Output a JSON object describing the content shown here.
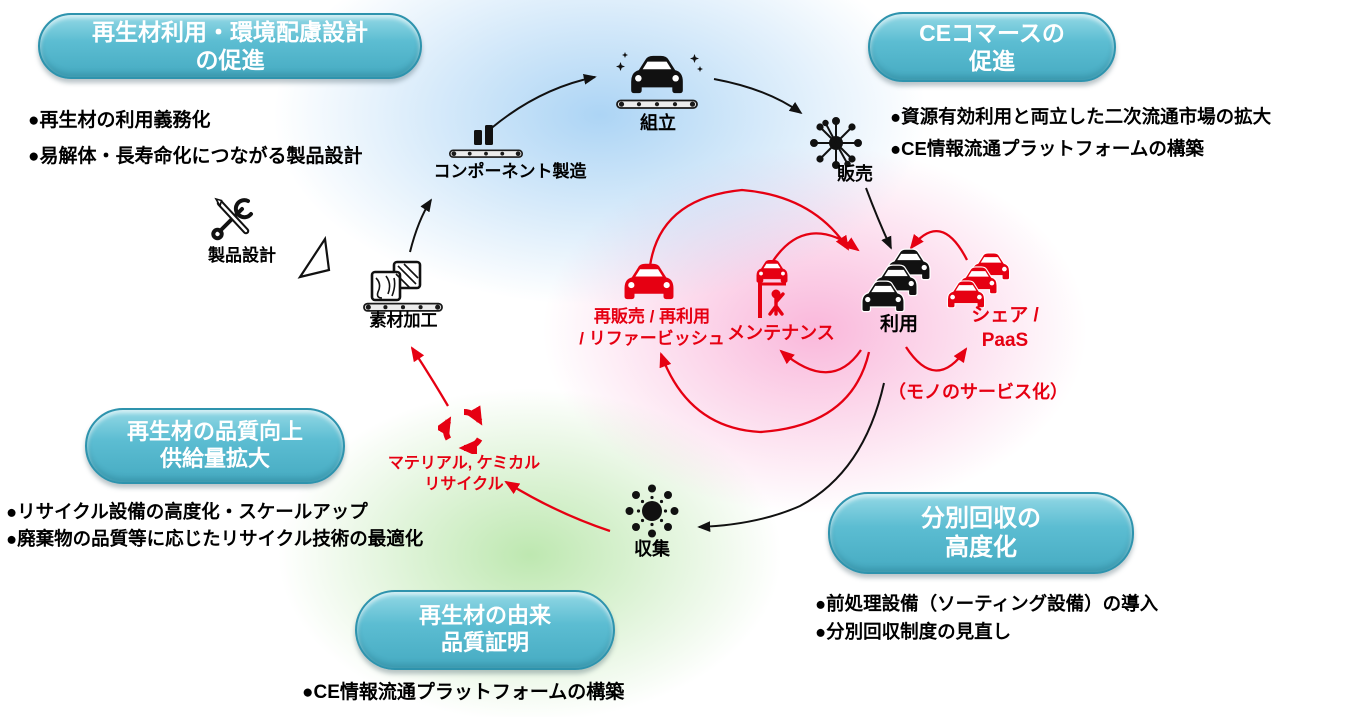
{
  "colors": {
    "pill_fill": "#5cbdd2",
    "pill_border": "#2e93ad",
    "accent_red": "#e60012",
    "text_black": "#000000",
    "bg_blue": "#9ecdf3",
    "bg_pink": "#f8a6d2",
    "bg_green": "#a8e096"
  },
  "pills": {
    "top_left": {
      "lines": [
        "再生材利用・環境配慮設計",
        "の促進"
      ]
    },
    "top_right": {
      "lines": [
        "CEコマースの",
        "促進"
      ]
    },
    "mid_left": {
      "lines": [
        "再生材の品質向上",
        "供給量拡大"
      ]
    },
    "bottom_center": {
      "lines": [
        "再生材の由来",
        "品質証明"
      ]
    },
    "bottom_right": {
      "lines": [
        "分別回収の",
        "高度化"
      ]
    }
  },
  "bullets": {
    "top_left": [
      "●再生材の利用義務化",
      "●易解体・長寿命化につながる製品設計"
    ],
    "top_right": [
      "●資源有効利用と両立した二次流通市場の拡大",
      "●CE情報流通プラットフォームの構築"
    ],
    "mid_left": [
      "●リサイクル設備の高度化・スケールアップ",
      "●廃棄物の品質等に応じたリサイクル技術の最適化"
    ],
    "bottom_center": [
      "●CE情報流通プラットフォームの構築"
    ],
    "bottom_right": [
      "●前処理設備（ソーティング設備）の導入",
      "●分別回収制度の見直し"
    ]
  },
  "stages": {
    "product_design": {
      "label": "製品設計"
    },
    "material_processing": {
      "label": "素材加工"
    },
    "component_mfg": {
      "label": "コンポーネント製造"
    },
    "assembly": {
      "label": "組立"
    },
    "sales": {
      "label": "販売"
    },
    "use": {
      "label": "利用"
    },
    "collection": {
      "label": "収集"
    },
    "recycle": {
      "lines": [
        "マテリアル, ケミカル",
        "リサイクル"
      ]
    }
  },
  "loops": {
    "resale": {
      "lines": [
        "再販売 / 再利用",
        "/ リファービッシュ"
      ]
    },
    "maintenance": {
      "label": "メンテナンス"
    },
    "share": {
      "lines": [
        "シェア /",
        "PaaS"
      ]
    },
    "servitization": {
      "label": "（モノのサービス化）"
    }
  },
  "icons": {
    "wrench-pencil-icon": "crossed wrench and pencil (product design)",
    "drafting-triangle-icon": "triangle ruler outline",
    "conveyor-material-icon": "textured material blocks on conveyor",
    "conveyor-parts-icon": "component blocks on conveyor",
    "car-assembly-icon": "finished car with sparkles on conveyor",
    "distribution-burst-icon": "hub with radiating spokes and dots (sales)",
    "cars-black-icon": "three stacked black cars (use)",
    "cars-red-icon": "three stacked red cars (share/PaaS)",
    "car-red-icon": "red car (resale/reuse/refurbish)",
    "car-lift-icon": "red car on lift with mechanic (maintenance)",
    "collection-dots-icon": "dots converging to a center (collection)",
    "recycle-icon": "red recycling arrows"
  }
}
